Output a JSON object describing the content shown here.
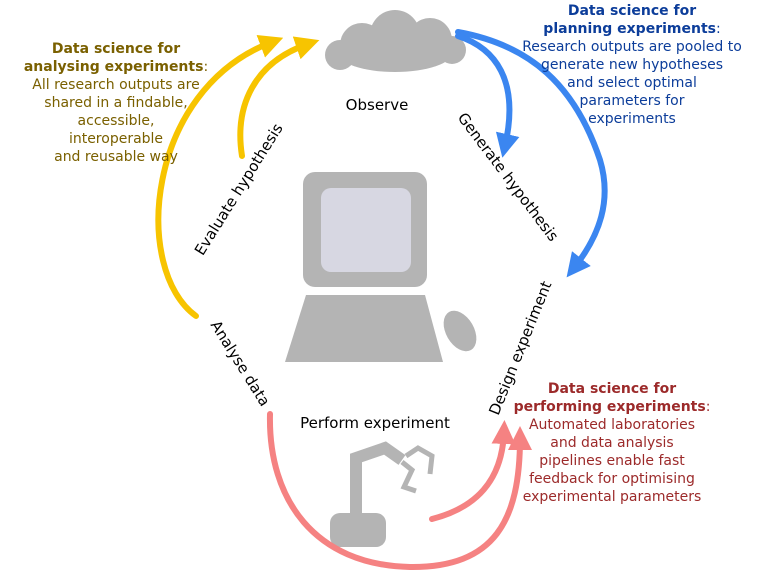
{
  "steps": {
    "observe": "Observe",
    "generate_hypothesis": "Generate hypothesis",
    "design_experiment": "Design experiment",
    "perform_experiment": "Perform experiment",
    "analyse_data": "Analyse data",
    "evaluate_hypothesis": "Evaluate hypothesis"
  },
  "notes": {
    "analysing": {
      "heading_line1": "Data science for",
      "heading_line2": "analysing experiments",
      "colon": ":",
      "lines": [
        "All research outputs are",
        "shared in a findable,",
        "accessible,",
        "interoperable",
        "and reusable way"
      ],
      "color": "#7a6000"
    },
    "planning": {
      "heading_line1": "Data science for",
      "heading_line2": "planning experiments",
      "colon": ":",
      "lines": [
        "Research outputs are pooled to",
        "generate new hypotheses",
        "and select optimal",
        "parameters for",
        "experiments"
      ],
      "color": "#0c3d9a"
    },
    "performing": {
      "heading_line1": "Data science for",
      "heading_line2": "performing experiments",
      "colon": ":",
      "lines": [
        "Automated laboratories",
        "and data analysis",
        "pipelines enable fast",
        "feedback for optimising",
        "experimental parameters"
      ],
      "color": "#9c2a2a"
    }
  },
  "colors": {
    "yellow_arrow": "#f7c400",
    "blue_arrow": "#3b86f0",
    "pink_arrow": "#f58282",
    "icon_gray": "#b4b4b4",
    "screen": "#d7d7e2"
  },
  "icons": [
    "cloud-icon",
    "computer-icon",
    "robot-arm-icon"
  ]
}
